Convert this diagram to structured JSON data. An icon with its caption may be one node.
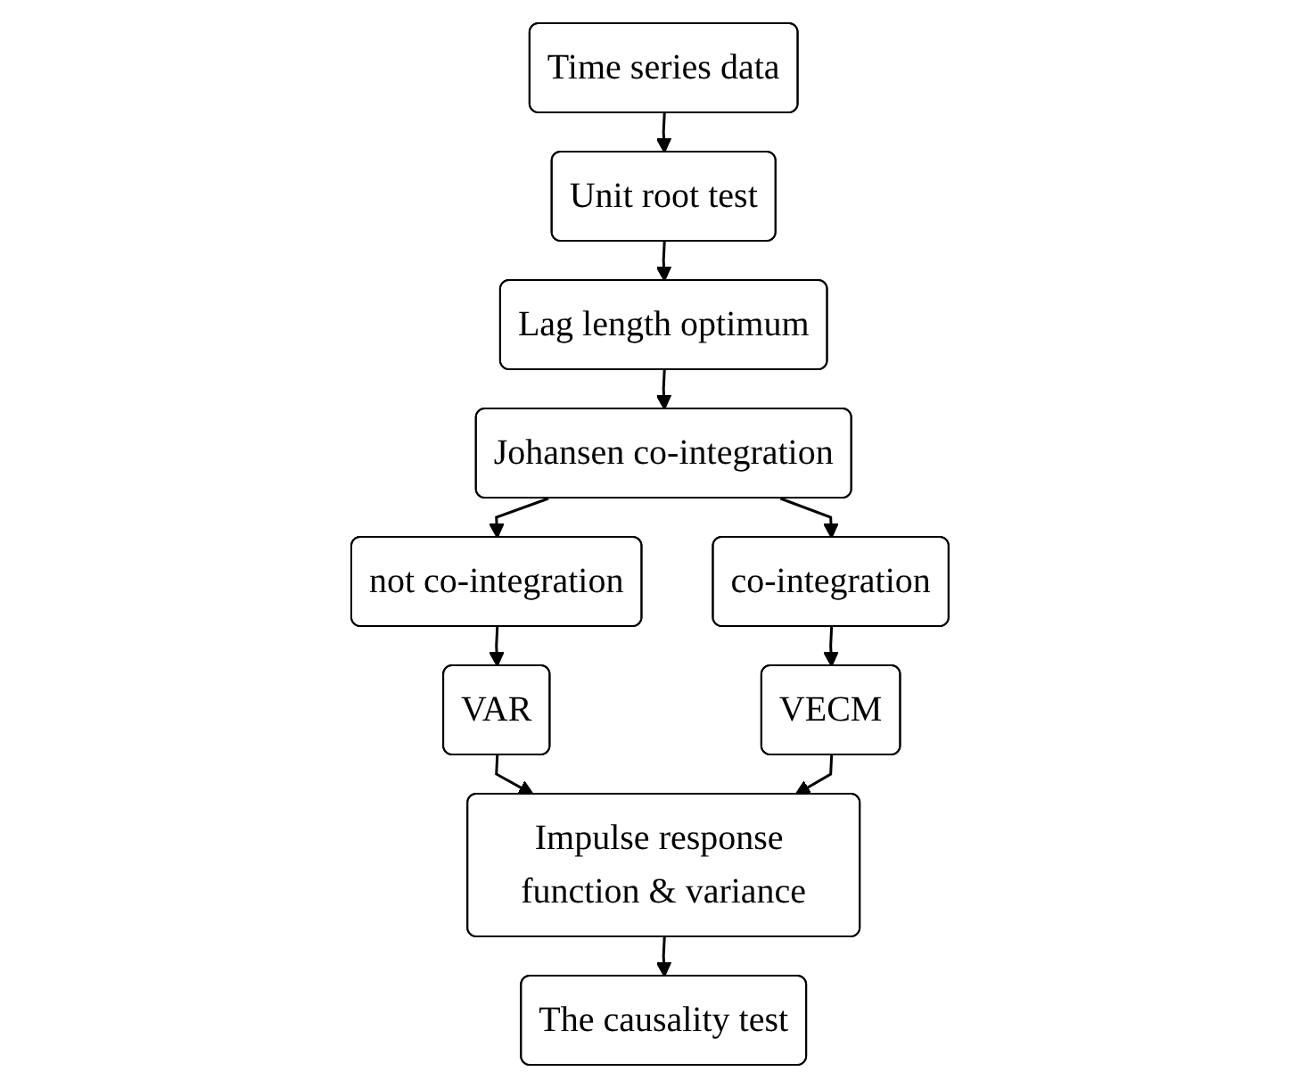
{
  "diagram": {
    "nodes": [
      {
        "text": [
          "Time series data"
        ]
      },
      {
        "text": [
          "Unit root test"
        ]
      },
      {
        "text": [
          "Lag length optimum"
        ]
      },
      {
        "text": [
          "Johansen co-integration"
        ]
      },
      {
        "text": [
          "not co-integration"
        ]
      },
      {
        "text": [
          "co-integration"
        ]
      },
      {
        "text": [
          "VAR"
        ]
      },
      {
        "text": [
          "VECM"
        ]
      },
      {
        "text": [
          "Impulse response function & variance"
        ]
      },
      {
        "text": [
          "The causality test"
        ]
      }
    ],
    "edges": [
      {
        "from": 0,
        "to": 1,
        "arrow": "to"
      },
      {
        "from": 1,
        "to": 2,
        "arrow": "to"
      },
      {
        "from": 2,
        "to": 3,
        "arrow": "to"
      },
      {
        "from": 3,
        "to": 4,
        "arrow": "to"
      },
      {
        "from": 3,
        "to": 5,
        "arrow": "to"
      },
      {
        "from": 4,
        "to": 6,
        "arrow": "to"
      },
      {
        "from": 5,
        "to": 7,
        "arrow": "to"
      },
      {
        "from": 6,
        "to": 8,
        "arrow": "to"
      },
      {
        "from": 7,
        "to": 8,
        "arrow": "to"
      },
      {
        "from": 8,
        "to": 9,
        "arrow": "to"
      }
    ]
  }
}
